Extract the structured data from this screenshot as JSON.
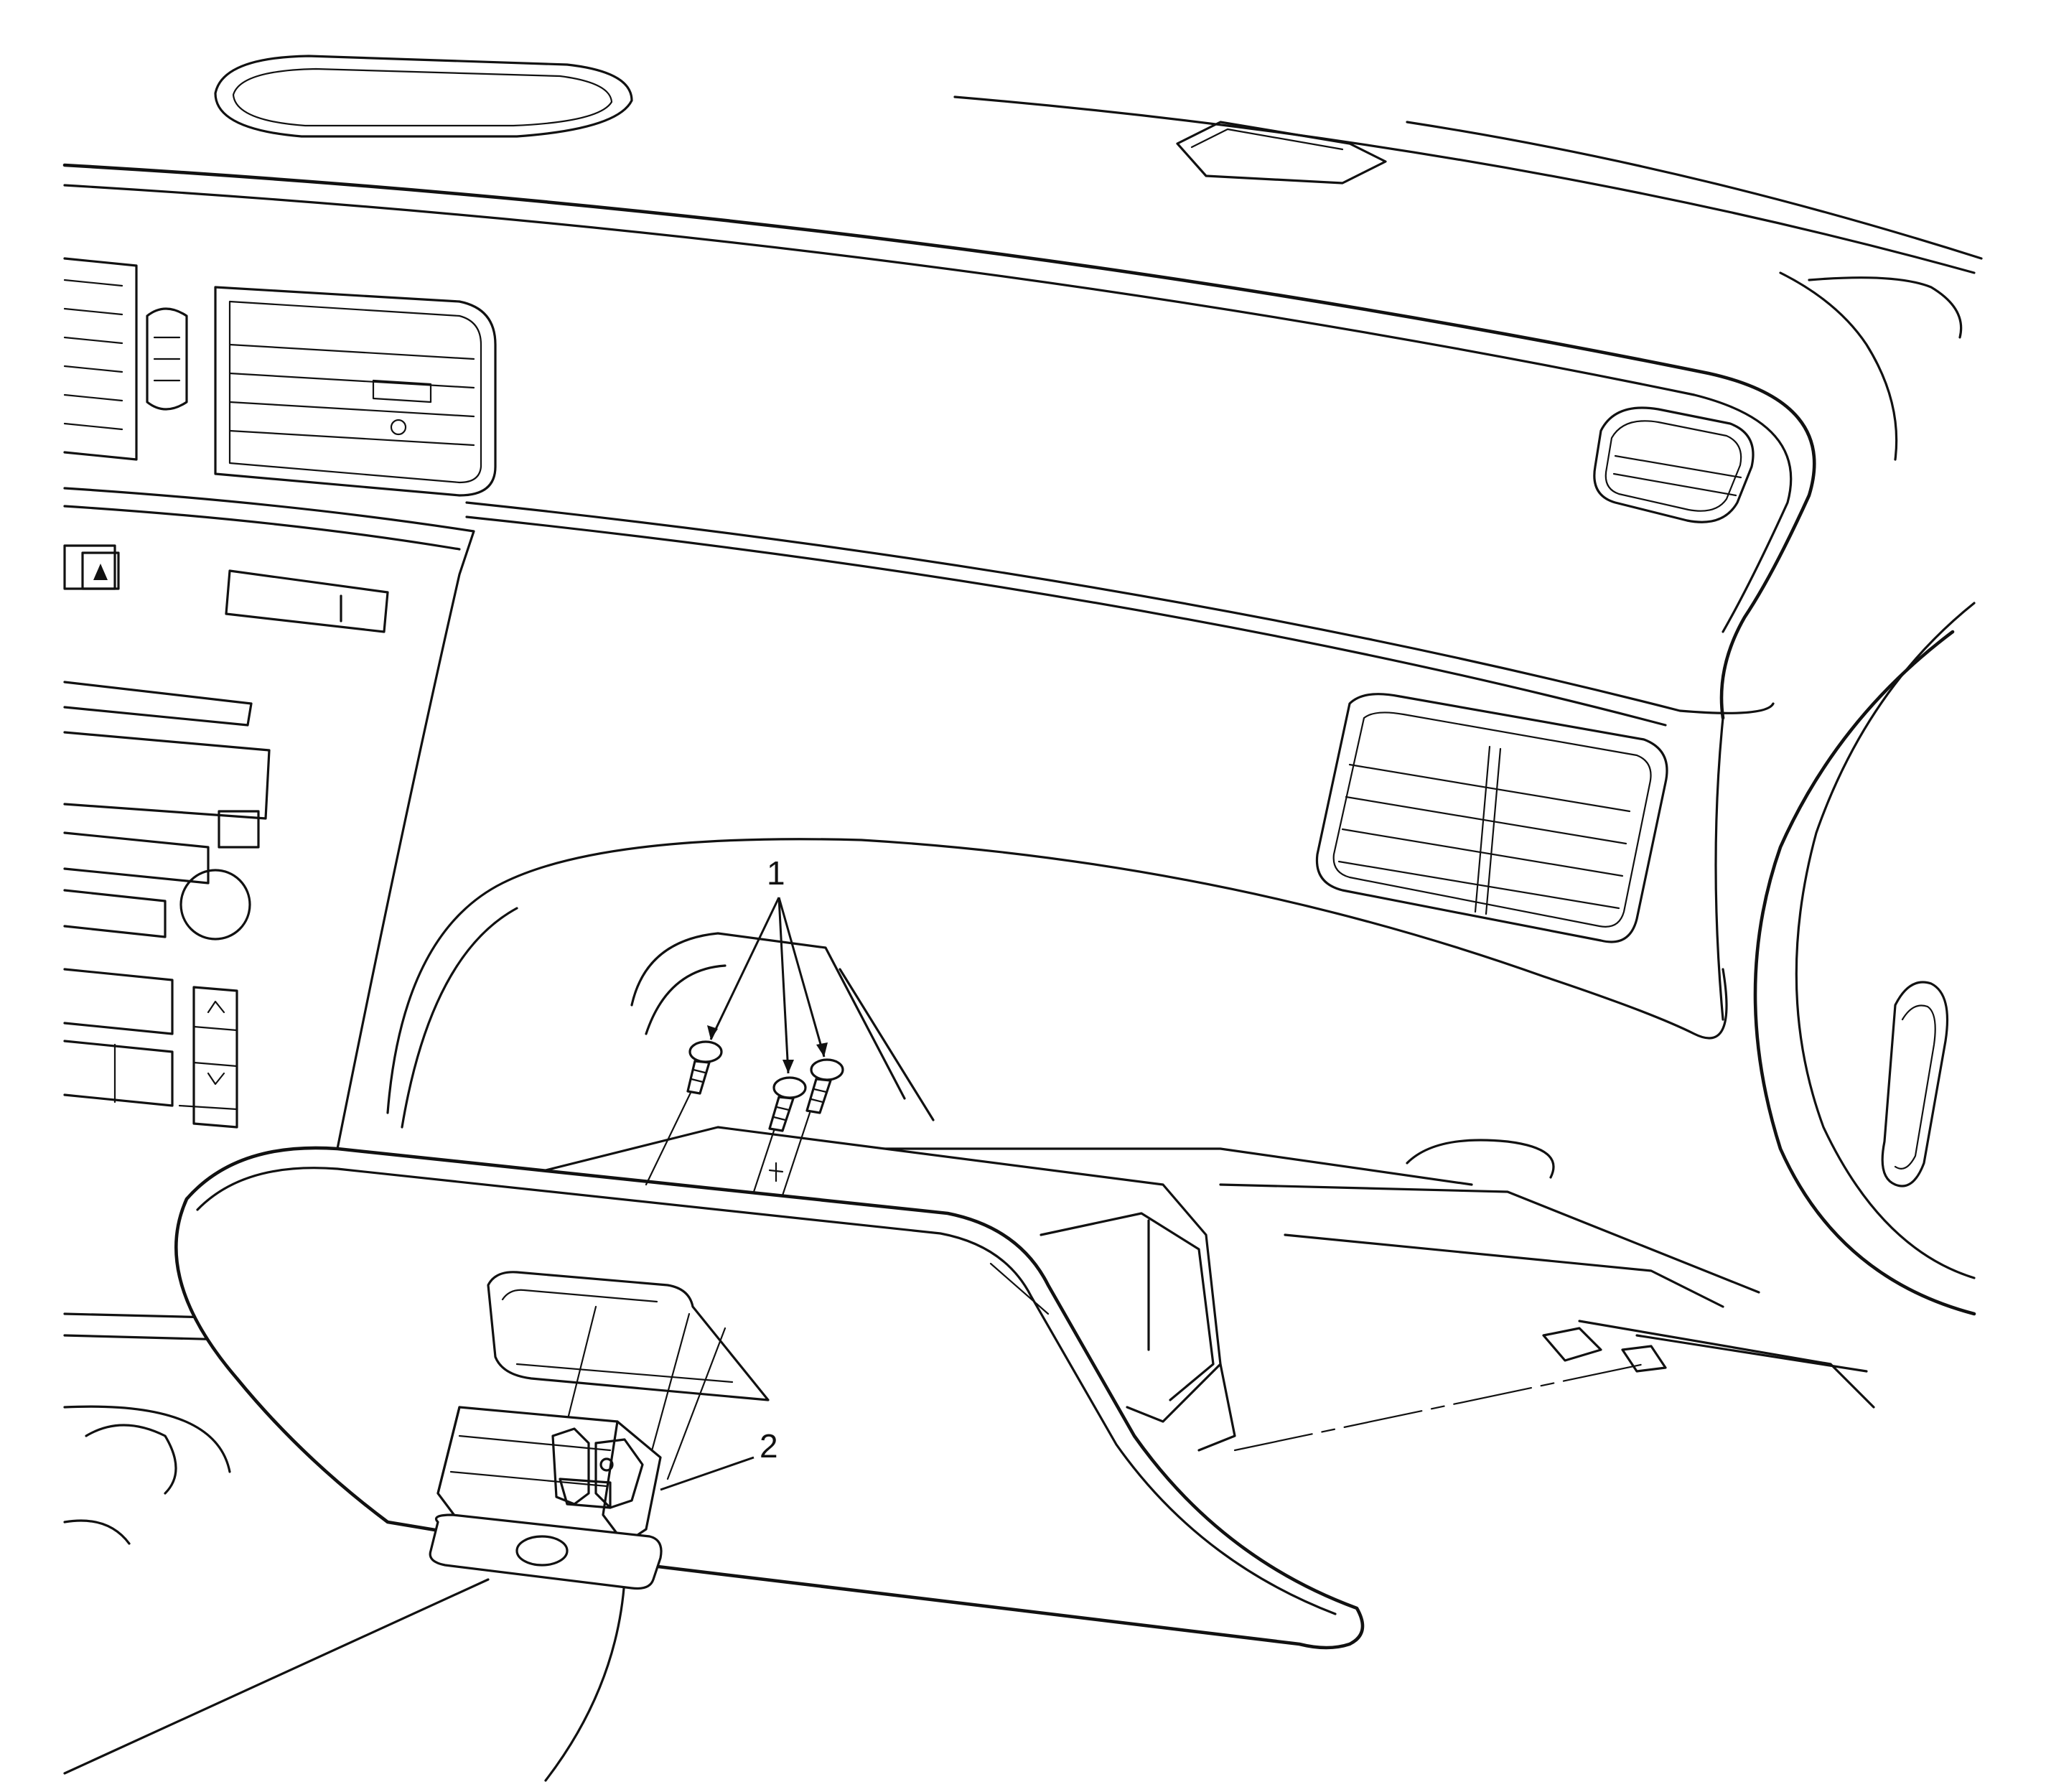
{
  "colors": {
    "line": "#111111",
    "background": "#ffffff"
  },
  "callouts": [
    {
      "label": "1",
      "part": "screws"
    },
    {
      "label": "2",
      "part": "latch"
    }
  ]
}
